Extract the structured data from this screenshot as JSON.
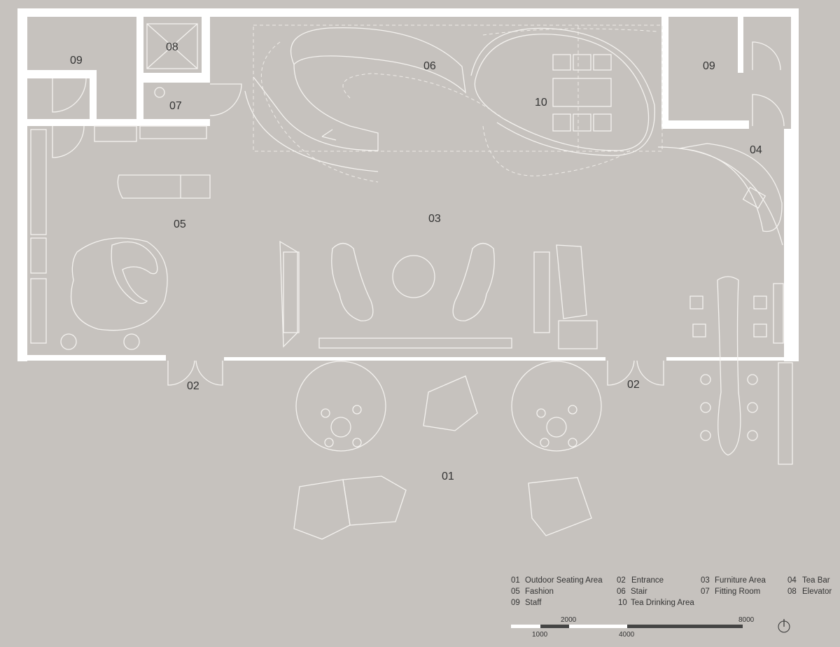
{
  "rooms": {
    "r01": "01",
    "r02a": "02",
    "r02b": "02",
    "r03": "03",
    "r04": "04",
    "r05": "05",
    "r06": "06",
    "r07": "07",
    "r08": "08",
    "r09a": "09",
    "r09b": "09",
    "r10": "10"
  },
  "legend": [
    {
      "num": "01",
      "label": "Outdoor Seating Area"
    },
    {
      "num": "02",
      "label": "Entrance"
    },
    {
      "num": "03",
      "label": "Furniture Area"
    },
    {
      "num": "04",
      "label": "Tea Bar"
    },
    {
      "num": "05",
      "label": "Fashion"
    },
    {
      "num": "06",
      "label": "Stair"
    },
    {
      "num": "07",
      "label": "Fitting Room"
    },
    {
      "num": "08",
      "label": "Elevator"
    },
    {
      "num": "09",
      "label": "Staff"
    },
    {
      "num": "10",
      "label": "Tea Drinking Area"
    }
  ],
  "scale": {
    "s1000": "1000",
    "s2000": "2000",
    "s4000": "4000",
    "s8000": "8000"
  },
  "north_icon": "north-arrow-icon",
  "colors": {
    "background": "#c6c2be",
    "wall": "#ffffff",
    "text": "#333333"
  }
}
